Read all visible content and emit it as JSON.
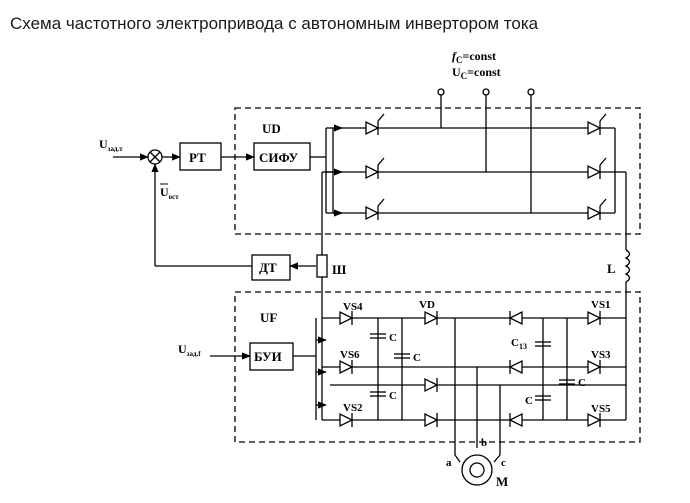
{
  "title": "Схема частотного электропривода с автономным инвертором тока",
  "labels": {
    "fc_main": "f",
    "fc_sub": "C",
    "fc_rest": "=const",
    "uc_main": "U",
    "uc_sub": "C",
    "uc_rest": "=const",
    "ud": "UD",
    "uf": "UF",
    "rt": "РТ",
    "sifu": "СИФУ",
    "dt": "ДТ",
    "bui": "БУИ",
    "sh": "Ш",
    "l": "L",
    "u_zad_t_main": "U",
    "u_zad_t_sub": "зад.т",
    "u_ost_main": "U",
    "u_ost_sub": "ост",
    "u_zad_f_main": "U",
    "u_zad_f_sub": "зад.f",
    "vs4": "VS4",
    "vs6": "VS6",
    "vs2": "VS2",
    "vs1": "VS1",
    "vs3": "VS3",
    "vs5": "VS5",
    "vd": "VD",
    "c1": "C",
    "c2": "C",
    "c3": "C",
    "c4": "C",
    "c5": "C",
    "c13_main": "C",
    "c13_sub": "13",
    "phase_a": "a",
    "phase_b": "b",
    "phase_c": "c",
    "motor": "M"
  }
}
